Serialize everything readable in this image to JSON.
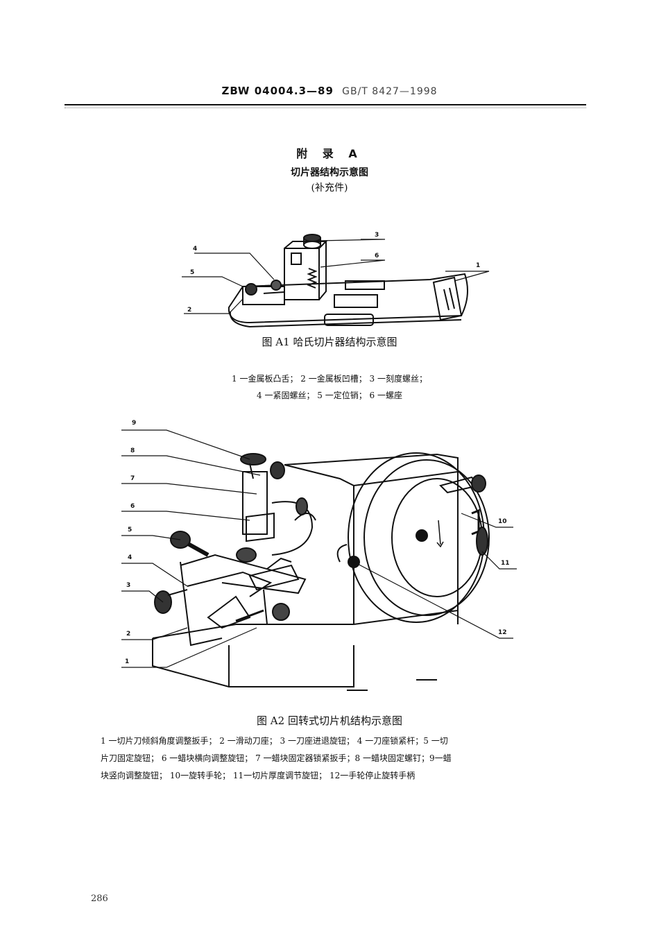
{
  "header": {
    "standard_code": "ZBW 04004.3—89",
    "standard_code_overlay": "GB/T 8427—1998"
  },
  "appendix": {
    "title": "附 录 A",
    "subtitle": "切片器结构示意图",
    "note": "(补充件)"
  },
  "figure_a1": {
    "caption": "图 A1 哈氏切片器结构示意图",
    "callouts": [
      "1",
      "2",
      "3",
      "4",
      "5",
      "6"
    ],
    "legend_line1": "1 一金属板凸舌； 2 一金属板凹槽； 3 一刻度螺丝；",
    "legend_line2": "4 一紧固螺丝； 5 一定位销； 6 一螺座"
  },
  "figure_a2": {
    "caption": "图 A2 回转式切片机结构示意图",
    "callouts": [
      "1",
      "2",
      "3",
      "4",
      "5",
      "6",
      "7",
      "8",
      "9",
      "10",
      "11",
      "12"
    ],
    "legend_line1": "1 一切片刀倾斜角度调整扳手； 2 一滑动刀座； 3 一刀座进退旋钮； 4 一刀座锁紧杆；5 一切",
    "legend_line2": "片刀固定旋钮； 6 一蜡块横向调整旋钮； 7 一蜡块固定器锁紧扳手；8 一蜡块固定螺钉；9一蜡",
    "legend_line3": "块竖向调整旋钮； 10一旋转手轮； 11一切片厚度调节旋钮； 12一手轮停止旋转手柄"
  },
  "page_number": "286"
}
